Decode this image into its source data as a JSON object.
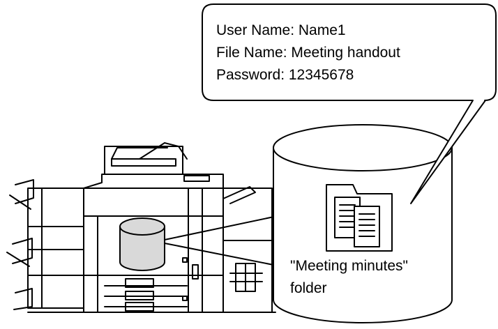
{
  "callout": {
    "user_name": "User Name: Name1",
    "file_name": "File Name: Meeting handout",
    "password": "Password: 12345678"
  },
  "storage": {
    "folder_label_line1": "\"Meeting minutes\"",
    "folder_label_line2": "folder"
  },
  "colors": {
    "line": "#000000",
    "drum_fill": "#d9d9d9",
    "background": "#ffffff"
  },
  "icons": [
    "printer-mfp-icon",
    "storage-drum-icon",
    "folder-icon",
    "document-icon"
  ]
}
